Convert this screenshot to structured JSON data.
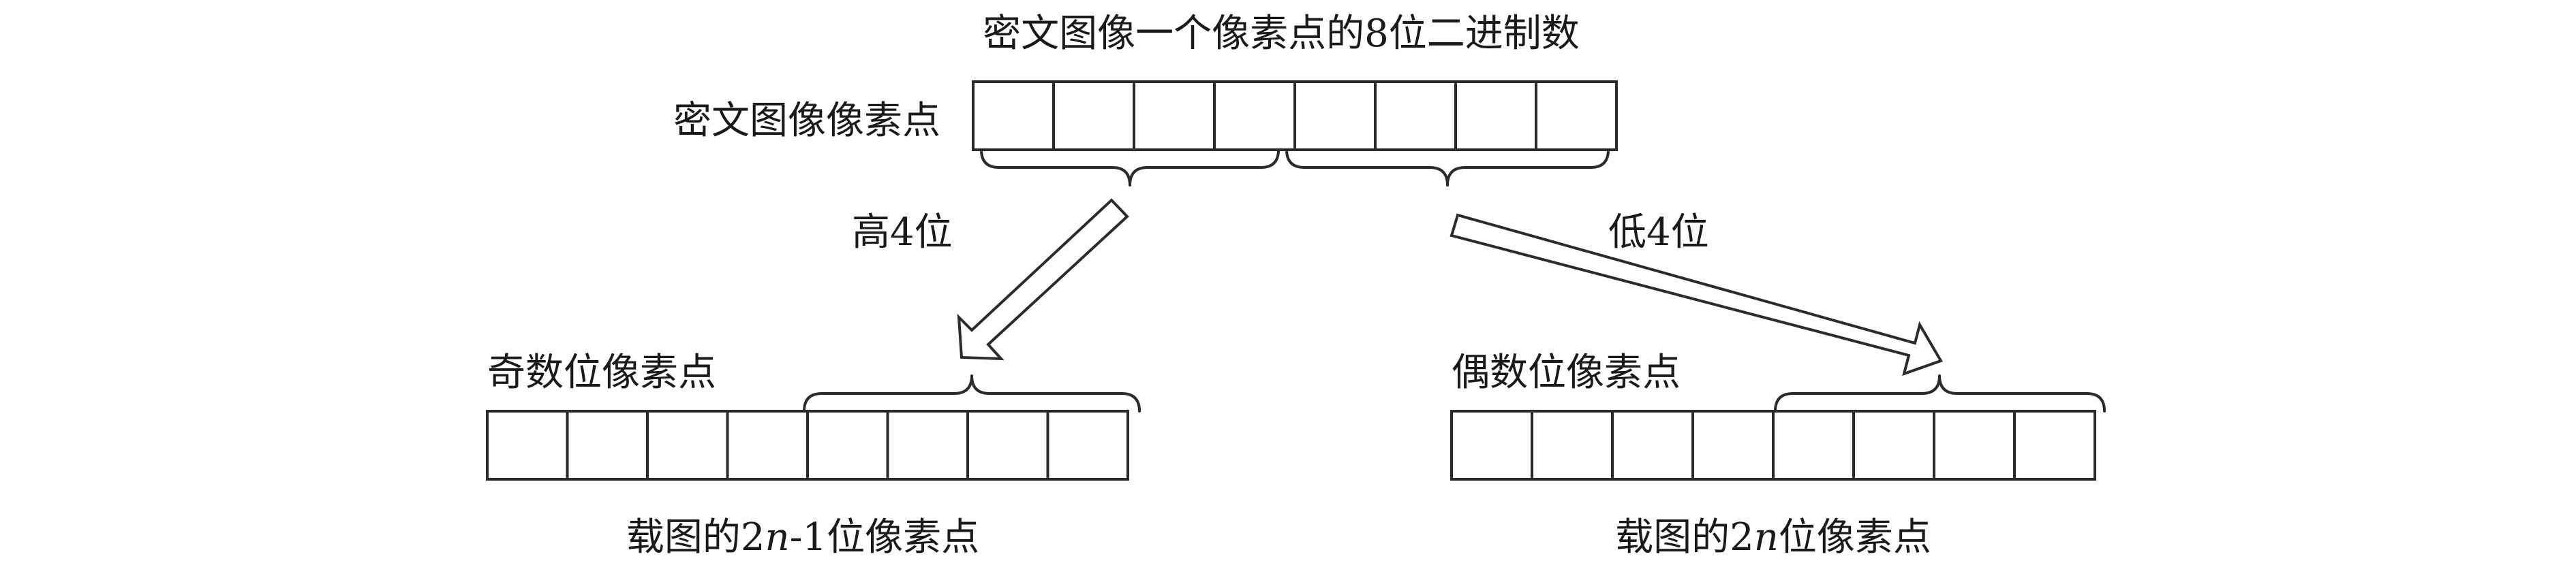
{
  "title": "密文图像一个像素点的8位二进制数",
  "cipher": {
    "label": "密文图像像素点",
    "bits": 8
  },
  "high": {
    "arrow_label": "高4位"
  },
  "low": {
    "arrow_label": "低4位"
  },
  "odd": {
    "label": "奇数位像素点",
    "bits": 8,
    "caption_prefix": "载图的2",
    "caption_var": "n",
    "caption_suffix": "-1位像素点"
  },
  "even": {
    "label": "偶数位像素点",
    "bits": 8,
    "caption_prefix": "载图的2",
    "caption_var": "n",
    "caption_suffix": "位像素点"
  }
}
